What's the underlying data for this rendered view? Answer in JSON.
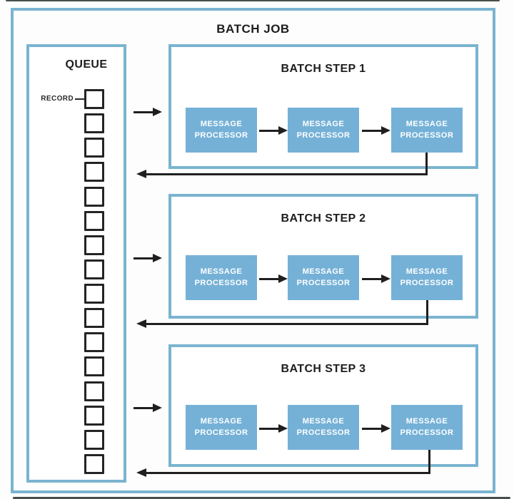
{
  "diagram": {
    "title": "BATCH JOB",
    "queue": {
      "title": "QUEUE",
      "record_label": "RECORD",
      "record_count": 16
    },
    "steps": [
      {
        "label": "BATCH STEP 1",
        "processors": [
          "MESSAGE PROCESSOR",
          "MESSAGE PROCESSOR",
          "MESSAGE PROCESSOR"
        ]
      },
      {
        "label": "BATCH STEP 2",
        "processors": [
          "MESSAGE PROCESSOR",
          "MESSAGE PROCESSOR",
          "MESSAGE PROCESSOR"
        ]
      },
      {
        "label": "BATCH STEP 3",
        "processors": [
          "MESSAGE PROCESSOR",
          "MESSAGE PROCESSOR",
          "MESSAGE PROCESSOR"
        ]
      }
    ],
    "colors": {
      "border_blue": "#7ab4d0",
      "processor_fill": "#75b1d7",
      "line_dark": "#1f1f1f"
    }
  }
}
